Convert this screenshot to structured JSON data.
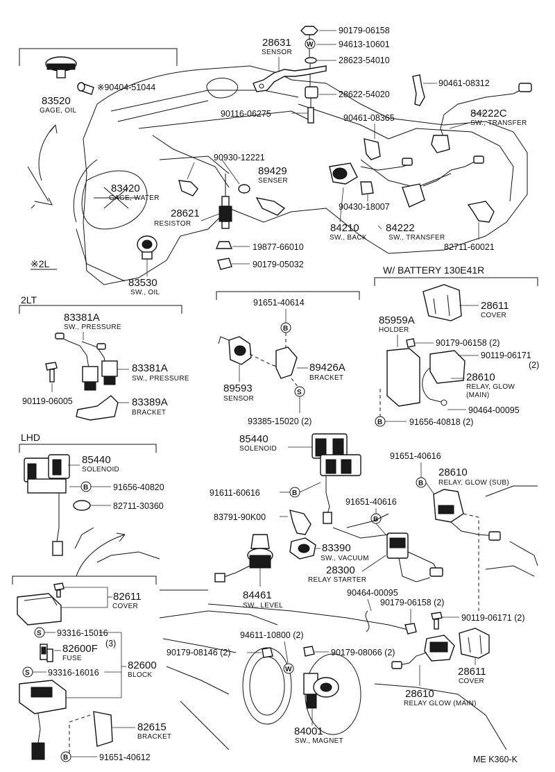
{
  "section_labels": {
    "engine_variant": "※2L",
    "variant_2lt": "2LT",
    "variant_lhd": "LHD",
    "battery_variant": "W/ BATTERY  130E41R"
  },
  "diagram_code": "ME  K360-K",
  "circle_markers": {
    "b": "B",
    "s": "S",
    "w": "W"
  },
  "parts": {
    "p90179_06158": "90179-06158",
    "p94613_10601": "94613-10601",
    "p28623_54010": "28623-54010",
    "p28622_54020": "28622-54020",
    "p28631": {
      "number": "28631",
      "name": "SENSOR"
    },
    "p90461_08312": "90461-08312",
    "p84222C": {
      "number": "84222C",
      "name": "SW., TRANSFER"
    },
    "p90404_51044": "※90404-51044",
    "p83520": {
      "number": "83520",
      "name": "GAGE, OIL"
    },
    "p90116_06275": "90116-06275",
    "p90461_08365": "90461-08365",
    "p90930_12221": "90930-12221",
    "p89429": {
      "number": "89429",
      "name": "SENSER"
    },
    "p83420": {
      "number": "83420",
      "name": "GAGE, WATER"
    },
    "p28621": {
      "number": "28621",
      "name": "RESISTOR"
    },
    "p90430_18007": "90430-18007",
    "p84210": {
      "number": "84210",
      "name": "SW., BACK"
    },
    "p84222": {
      "number": "84222",
      "name": "SW., TRANSFER"
    },
    "p82711_60021": "82711-60021",
    "p19877_66010": "19877-66010",
    "p90179_05032": "90179-05032",
    "p83530": {
      "number": "83530",
      "name": "SW., OIL"
    },
    "p91651_40614": "91651-40614",
    "p83381A_1": {
      "number": "83381A",
      "name": "SW., PRESSURE"
    },
    "p83381A_2": {
      "number": "83381A",
      "name": "SW., PRESSURE"
    },
    "p89426A": {
      "number": "89426A",
      "name": "BRACKET"
    },
    "p89593": {
      "number": "89593",
      "name": "SENSOR"
    },
    "p90119_06005": "90119-06005",
    "p83389A": {
      "number": "83389A",
      "name": "BRACKET"
    },
    "p93385_15020": "93385-15020 (2)",
    "p28611_top": {
      "number": "28611",
      "name": "COVER"
    },
    "p85959A": {
      "number": "85959A",
      "name": "HOLDER"
    },
    "p90179_06158_2": "90179-06158 (2)",
    "p90119_06171_top": "90119-06171",
    "p90119_06171_top_qty": "(2)",
    "p28610_main_top": {
      "number": "28610",
      "name": "RELAY, GLOW",
      "name2": "(MAIN)"
    },
    "p90464_00095_top": "90464-00095",
    "p91656_40818": "91656-40818 (2)",
    "p85440_main": {
      "number": "85440",
      "name": "SOLENOID"
    },
    "p85440_lhd": {
      "number": "85440",
      "name": "SOLENOID"
    },
    "p91656_40820": "91656-40820",
    "p82711_30360": "82711-30360",
    "p91651_40616_a": "91651-40616",
    "p28610_sub": {
      "number": "28610",
      "name": "RELAY, GLOW (SUB)"
    },
    "p91611_60616": "91611-60616",
    "p91651_40616_b": "91651-40616",
    "p83791_90K00": "83791-90K00",
    "p83390": {
      "number": "83390",
      "name": "SW., VACUUM"
    },
    "p28300": {
      "number": "28300",
      "name": "RELAY STARTER"
    },
    "p84461": {
      "number": "84461",
      "name": "SW., LEVEL"
    },
    "p90464_00095_b": "90464-00095",
    "p90179_06158_b": "90179-06158 (2)",
    "p90119_06171_b": "90119-06171 (2)",
    "p82611": {
      "number": "82611",
      "name": "COVER"
    },
    "p93316_15016": "93316-15016",
    "p82600F": {
      "number": "82600F",
      "name": "FUSE",
      "qty": "(3)"
    },
    "p93316_16016": "93316-16016",
    "p82600": {
      "number": "82600",
      "name": "BLOCK"
    },
    "p94611_10800": "94611-10800 (2)",
    "p90179_08146": "90179-08146 (2)",
    "p90179_08066": "90179-08066 (2)",
    "p28611_bot": {
      "number": "28611",
      "name": "COVER"
    },
    "p28610_main_bot": {
      "number": "28610",
      "name": "RELAY GLOW (MAIN)"
    },
    "p84001": {
      "number": "84001",
      "name": "SW., MAGNET"
    },
    "p82615": {
      "number": "82615",
      "name": "BRACKET"
    },
    "p91651_40612": "91651-40612"
  }
}
